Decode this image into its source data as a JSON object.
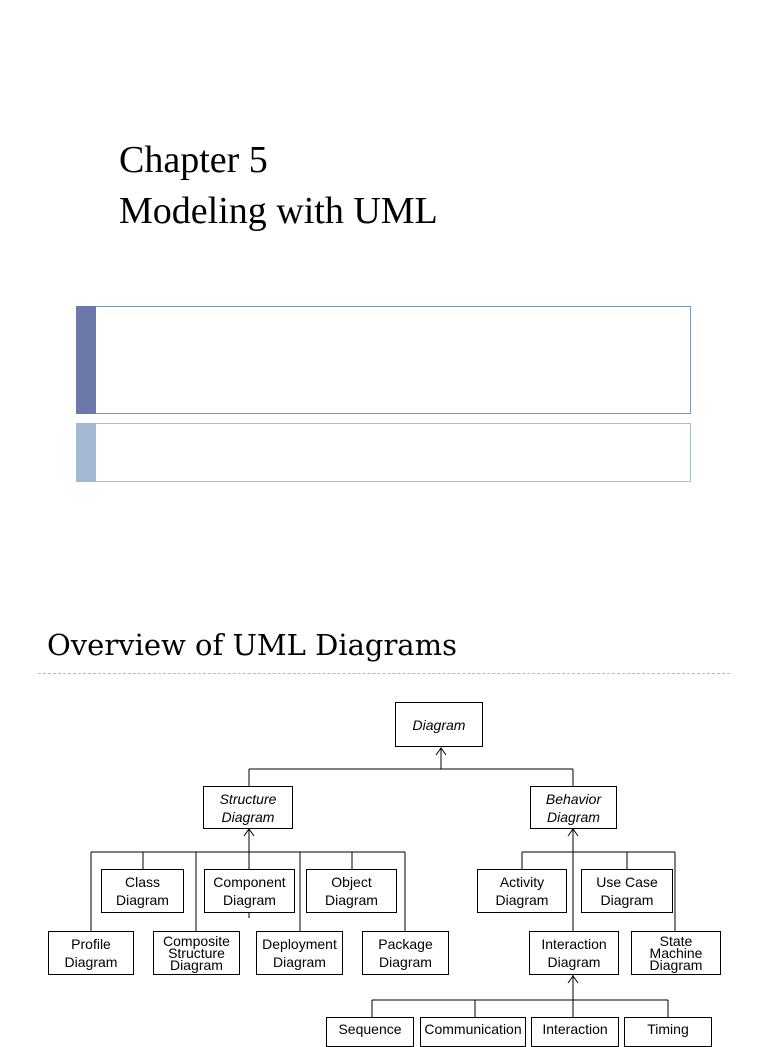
{
  "slide1": {
    "title_line1": "Chapter 5",
    "title_line2": "Modeling with UML"
  },
  "slide2": {
    "title": "Overview of UML Diagrams",
    "diagram": {
      "diagram": "Diagram",
      "structure": "Structure\nDiagram",
      "behavior": "Behavior\nDiagram",
      "class": "Class\nDiagram",
      "component": "Component\nDiagram",
      "object": "Object\nDiagram",
      "profile": "Profile\nDiagram",
      "composite": "Composite\nStructure\nDiagram",
      "deployment": "Deployment\nDiagram",
      "package": "Package\nDiagram",
      "activity": "Activity\nDiagram",
      "usecase": "Use Case\nDiagram",
      "interaction": "Interaction\nDiagram",
      "statemachine": "State\nMachine\nDiagram",
      "sequence_partial": "Sequence",
      "communication_partial": "Communication",
      "interaction_overview_partial": "Interaction",
      "timing_partial": "Timing"
    }
  }
}
